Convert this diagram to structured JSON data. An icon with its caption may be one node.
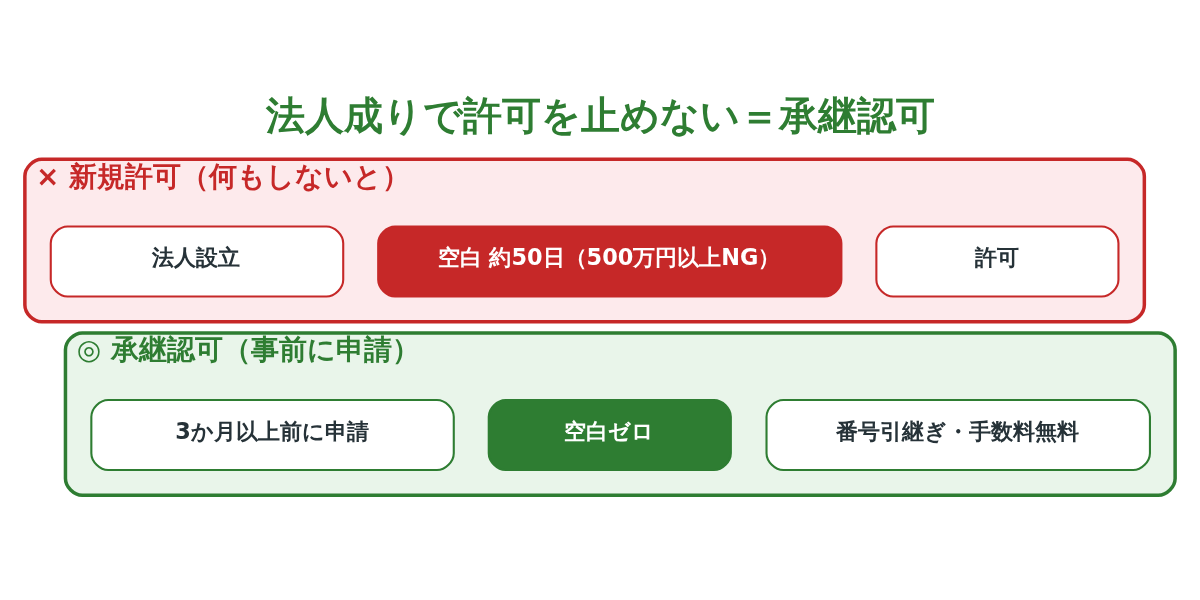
{
  "diagram": {
    "title": "法人成りで許可を止めない＝承継認可",
    "nodes": [
      {
        "text": [
          "× 新規許可（何もしないと）"
        ]
      },
      {
        "text": [
          "法人設立"
        ],
        "in": 0
      },
      {
        "text": [
          "空白 約50日（500万円以上NG）"
        ],
        "in": 0
      },
      {
        "text": [
          "許可"
        ],
        "in": 0
      },
      {
        "text": [
          "◎ 承継認可（事前に申請）"
        ]
      },
      {
        "text": [
          "3か月以上前に申請"
        ],
        "in": 4
      },
      {
        "text": [
          "空白ゼロ"
        ],
        "in": 4
      },
      {
        "text": [
          "番号引継ぎ・手数料無料"
        ],
        "in": 4
      }
    ]
  }
}
